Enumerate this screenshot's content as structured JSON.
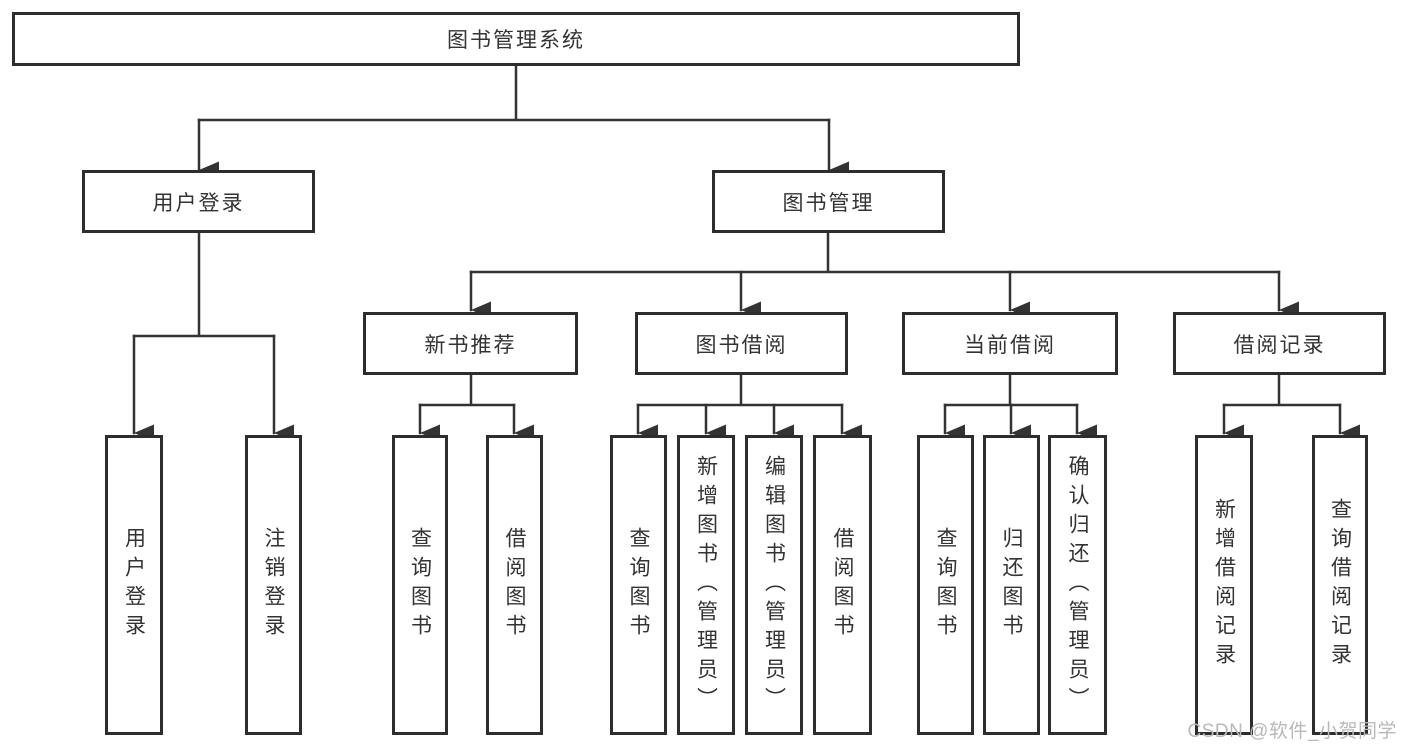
{
  "title": "图书管理系统",
  "tree": {
    "label": "图书管理系统",
    "children": [
      {
        "label": "用户登录",
        "children": [
          {
            "label": "用户登录"
          },
          {
            "label": "注销登录"
          }
        ]
      },
      {
        "label": "图书管理",
        "children": [
          {
            "label": "新书推荐",
            "children": [
              {
                "label": "查询图书"
              },
              {
                "label": "借阅图书"
              }
            ]
          },
          {
            "label": "图书借阅",
            "children": [
              {
                "label": "查询图书"
              },
              {
                "label": "新增图书（管理员）"
              },
              {
                "label": "编辑图书（管理员）"
              },
              {
                "label": "借阅图书"
              }
            ]
          },
          {
            "label": "当前借阅",
            "children": [
              {
                "label": "查询图书"
              },
              {
                "label": "归还图书"
              },
              {
                "label": "确认归还（管理员）"
              }
            ]
          },
          {
            "label": "借阅记录",
            "children": [
              {
                "label": "新增借阅记录"
              },
              {
                "label": "查询借阅记录"
              }
            ]
          }
        ]
      }
    ]
  },
  "watermark": {
    "text": "CSDN @软件_小贺同学"
  },
  "colors": {
    "line": "#333333",
    "box_border": "#2d2d2d",
    "text": "#333333",
    "watermark": "#b9b9b9",
    "background": "#ffffff"
  }
}
